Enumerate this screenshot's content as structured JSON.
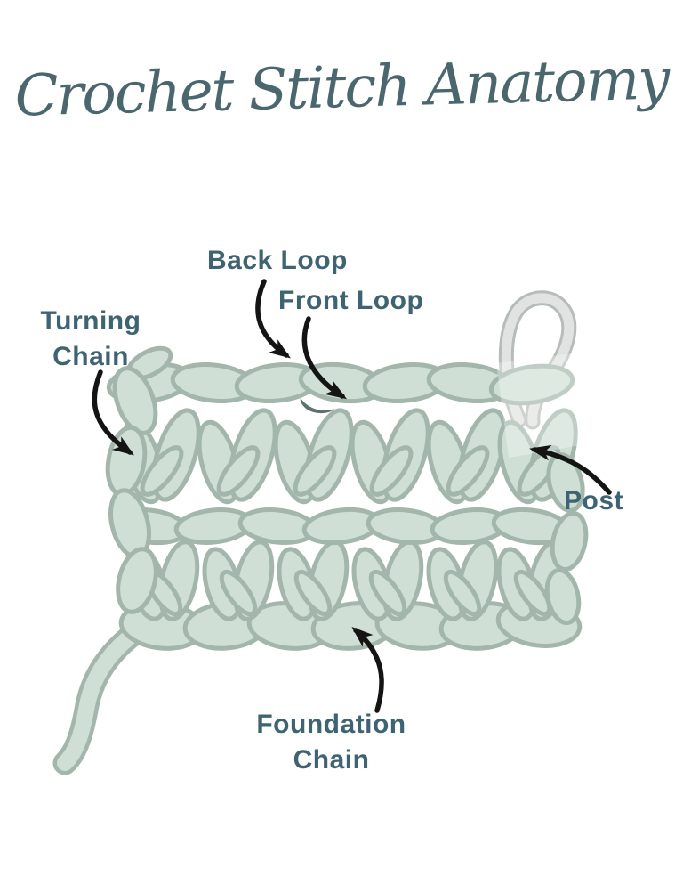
{
  "title": {
    "text": "Crochet Stitch Anatomy"
  },
  "labels": {
    "back_loop": "Back Loop",
    "front_loop": "Front Loop",
    "turning_chain_lines": [
      "Turning",
      "Chain"
    ],
    "post": "Post",
    "foundation_chain_lines": [
      "Foundation",
      "Chain"
    ]
  },
  "colors": {
    "background": "#ffffff",
    "title_text": "#4a666e",
    "label_text": "#3e6372",
    "arrow": "#141414",
    "yarn_fill": "#cfdfd5",
    "yarn_outline": "#a3b6ab",
    "loop_fill": "#e0e3e1",
    "loop_outline": "#b6bcb8",
    "marker_dark": "#5c7170"
  }
}
